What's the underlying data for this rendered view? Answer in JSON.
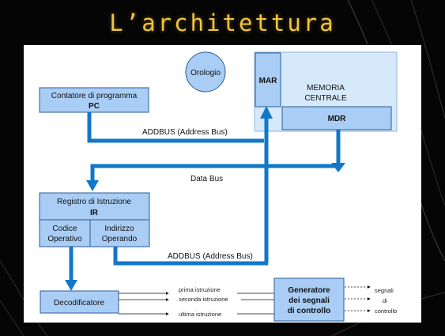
{
  "slide": {
    "title": "L’architettura"
  },
  "diagram": {
    "clock": "Orologio",
    "pc_box": {
      "line1": "Contatore di programma",
      "line2": "PC"
    },
    "mar": "MAR",
    "memory": {
      "line1": "MEMORIA",
      "line2": "CENTRALE"
    },
    "mdr": "MDR",
    "addbus_top": "ADDBUS (Address Bus)",
    "data_bus": "Data Bus",
    "ir_box": {
      "line1": "Registro di Istruzione",
      "line2": "IR"
    },
    "opcode": {
      "line1": "Codice",
      "line2": "Operativo"
    },
    "operand_addr": {
      "line1": "Indirizzo",
      "line2": "Operando"
    },
    "addbus_bottom": "ADDBUS (Address Bus)",
    "decoder": "Decodificatore",
    "instructions": {
      "first": "prima istruzione",
      "second": "seconda istruzione",
      "last": "ultima istruzione"
    },
    "generator": {
      "line1": "Generatore",
      "line2": "dei segnali",
      "line3": "di controllo"
    },
    "signals": {
      "line1": "segnali",
      "line2": "di",
      "line3": "controllo"
    }
  },
  "colors": {
    "bus": "#1178c8",
    "box_fill": "#a9cdf5",
    "box_stroke": "#2a5d94",
    "memory_fill": "#d6e9fb",
    "title": "#f2c63a"
  }
}
